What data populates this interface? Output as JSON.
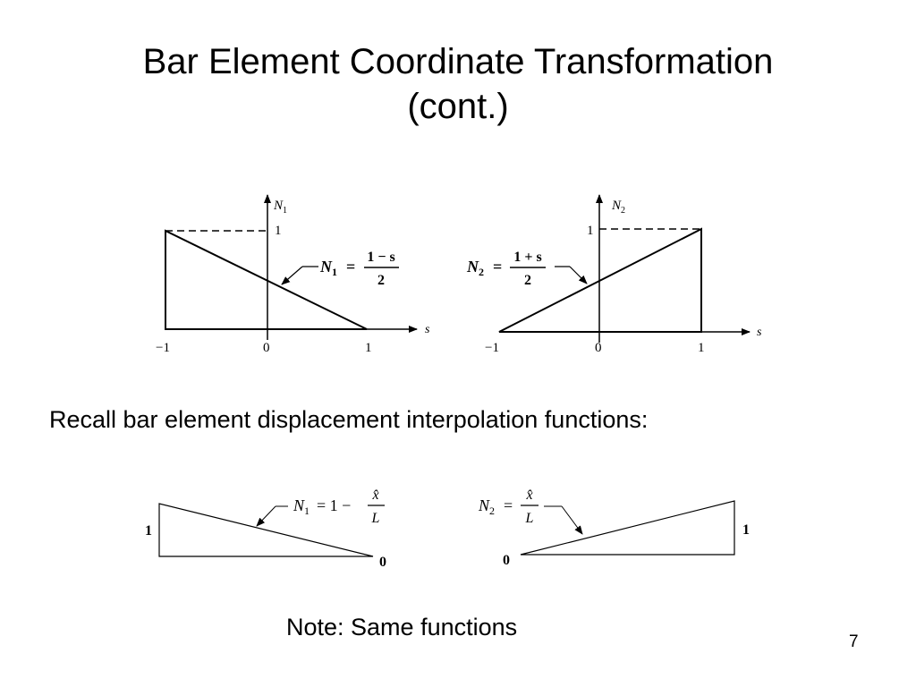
{
  "slide": {
    "title_line1": "Bar Element Coordinate Transformation",
    "title_line2": "(cont.)",
    "recall_text": "Recall bar element displacement interpolation functions:",
    "note_text": "Note: Same functions",
    "page_number": "7"
  },
  "upper_left": {
    "y_axis_label": "N",
    "y_axis_sub": "1",
    "x_axis_label": "s",
    "one_label": "1",
    "tick_minus1": "−1",
    "tick_0": "0",
    "tick_1": "1",
    "formula_lhs": "N",
    "formula_lhs_sub": "1",
    "formula_eq": "=",
    "formula_num": "1 − s",
    "formula_den": "2"
  },
  "upper_right": {
    "y_axis_label": "N",
    "y_axis_sub": "2",
    "x_axis_label": "s",
    "one_label": "1",
    "tick_minus1": "−1",
    "tick_0": "0",
    "tick_1": "1",
    "formula_lhs": "N",
    "formula_lhs_sub": "2",
    "formula_eq": "=",
    "formula_num": "1 + s",
    "formula_den": "2"
  },
  "lower_left": {
    "left_value": "1",
    "right_value": "0",
    "formula_lhs": "N",
    "formula_lhs_sub": "1",
    "formula_mid": "= 1 −",
    "formula_num": "x̂",
    "formula_den": "L"
  },
  "lower_right": {
    "left_value": "0",
    "right_value": "1",
    "formula_lhs": "N",
    "formula_lhs_sub": "2",
    "formula_eq": "=",
    "formula_num": "x̂",
    "formula_den": "L"
  }
}
